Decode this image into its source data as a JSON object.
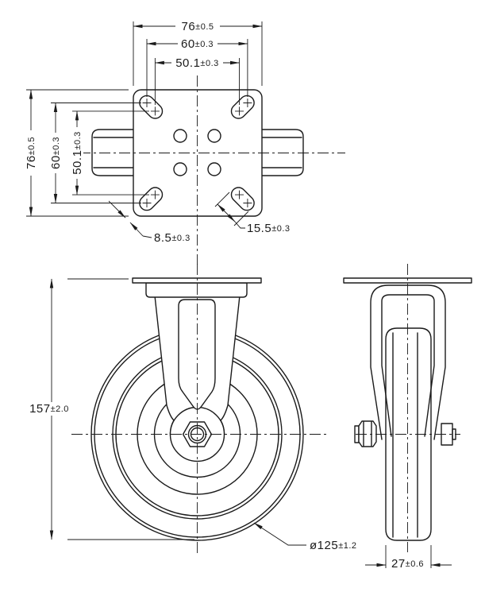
{
  "document": {
    "type": "technical-drawing",
    "subject": "rigid caster wheel, three orthographic views",
    "colors": {
      "background": "#ffffff",
      "line": "#1b1b1b"
    }
  },
  "dimensions": {
    "plate_width": {
      "value": "76",
      "tolerance": "±0.5"
    },
    "plate_height": {
      "value": "76",
      "tolerance": "±0.5"
    },
    "bolt_spacing_outer_h": {
      "value": "60",
      "tolerance": "±0.3"
    },
    "bolt_spacing_inner_h": {
      "value": "50.1",
      "tolerance": "±0.3"
    },
    "bolt_spacing_outer_v": {
      "value": "60",
      "tolerance": "±0.3"
    },
    "bolt_spacing_inner_v": {
      "value": "50.1",
      "tolerance": "±0.3"
    },
    "slot_width": {
      "value": "8.5",
      "tolerance": "±0.3"
    },
    "slot_length": {
      "value": "15.5",
      "tolerance": "±0.3"
    },
    "overall_height": {
      "value": "157",
      "tolerance": "±2.0"
    },
    "wheel_diameter": {
      "value": "ø125",
      "tolerance": "±1.2"
    },
    "wheel_width": {
      "value": "27",
      "tolerance": "±0.6"
    }
  }
}
